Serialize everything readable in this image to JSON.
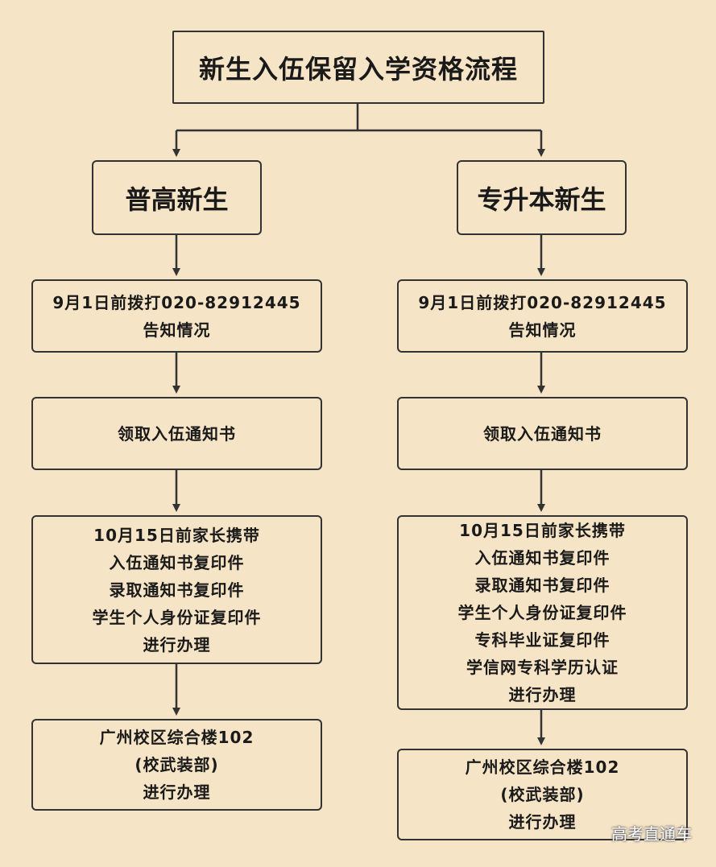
{
  "title": "新生入伍保留入学资格流程",
  "left": {
    "category": "普高新生",
    "steps": [
      [
        "9月1日前拨打020-82912445",
        "告知情况"
      ],
      [
        "领取入伍通知书"
      ],
      [
        "10月15日前家长携带",
        "入伍通知书复印件",
        "录取通知书复印件",
        "学生个人身份证复印件",
        "进行办理"
      ],
      [
        "广州校区综合楼102",
        "(校武装部)",
        "进行办理"
      ]
    ]
  },
  "right": {
    "category": "专升本新生",
    "steps": [
      [
        "9月1日前拨打020-82912445",
        "告知情况"
      ],
      [
        "领取入伍通知书"
      ],
      [
        "10月15日前家长携带",
        "入伍通知书复印件",
        "录取通知书复印件",
        "学生个人身份证复印件",
        "专科毕业证复印件",
        "学信网专科学历认证",
        "进行办理"
      ],
      [
        "广州校区综合楼102",
        "(校武装部)",
        "进行办理"
      ]
    ]
  },
  "watermark": "高考直通车"
}
